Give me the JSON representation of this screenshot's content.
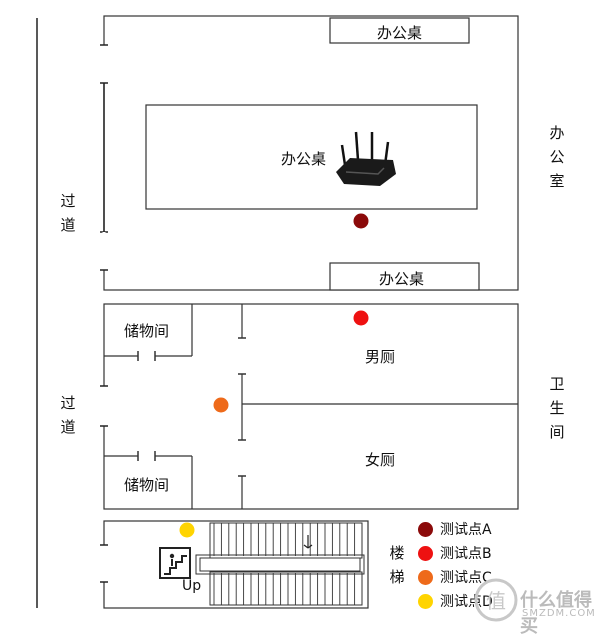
{
  "rooms": {
    "office": "办公室",
    "corridor_top": "过道",
    "corridor_mid": "过道",
    "bathroom": "卫生间",
    "stairs": "楼梯",
    "storage_top": "储物间",
    "storage_bottom": "储物间",
    "mens": "男厕",
    "womens": "女厕"
  },
  "desks": {
    "top": "办公桌",
    "center": "办公桌",
    "bottom": "办公桌"
  },
  "stairs_label": "Up",
  "test_points": [
    {
      "id": "A",
      "label": "测试点A",
      "color": "#8b0a0a"
    },
    {
      "id": "B",
      "label": "测试点B",
      "color": "#ee1111"
    },
    {
      "id": "C",
      "label": "测试点C",
      "color": "#ee6a1a"
    },
    {
      "id": "D",
      "label": "测试点D",
      "color": "#ffd400"
    }
  ],
  "watermark": {
    "text": "什么值得买",
    "sub": "SMZDM.COM"
  }
}
